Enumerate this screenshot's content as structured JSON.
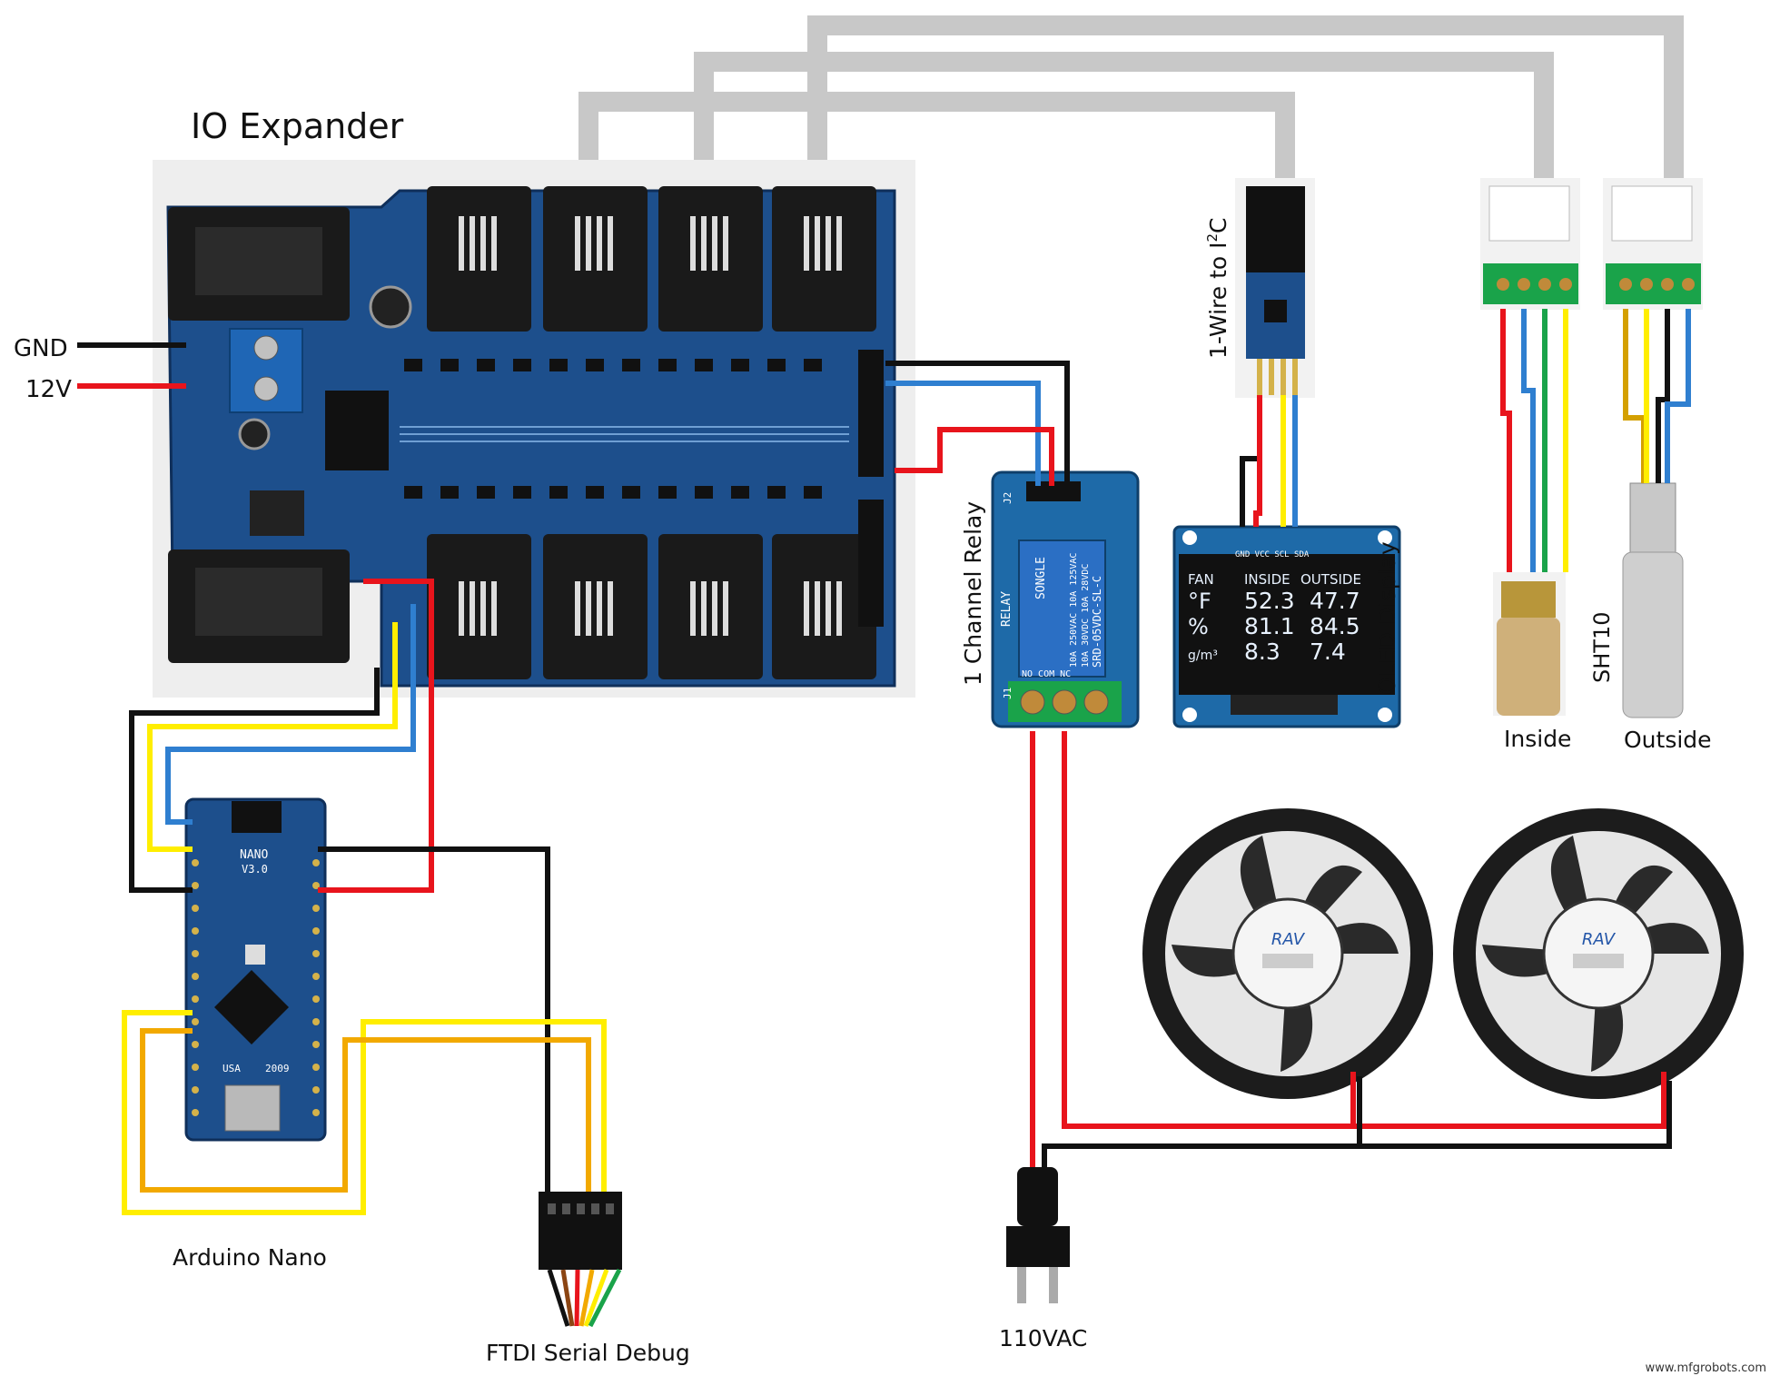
{
  "labels": {
    "io_expander": "IO Expander",
    "gnd": "GND",
    "v12": "12V",
    "arduino_nano": "Arduino Nano",
    "ftdi": "FTDI Serial Debug",
    "relay": "1 Channel Relay",
    "onewire_prefix": "1-Wire to I",
    "onewire_sup": "2",
    "onewire_suffix": "C",
    "oled_display": "OLED Display",
    "sht10": "SHT10",
    "inside": "Inside",
    "outside": "Outside",
    "vac": "110VAC",
    "watermark": "www.mfgrobots.com"
  },
  "oled": {
    "header": [
      "FAN",
      "INSIDE",
      "OUTSIDE"
    ],
    "rows": [
      {
        "unit": "°F",
        "inside": "52.3",
        "outside": "47.7"
      },
      {
        "unit": "%",
        "inside": "81.1",
        "outside": "84.5"
      },
      {
        "unit": "g/m³",
        "inside": "8.3",
        "outside": "7.4"
      }
    ],
    "pins": "GND VCC SCL SDA"
  },
  "relay_board": {
    "model": "SRD-05VDC-SL-C",
    "brand": "SONGLE",
    "rating1": "10A 250VAC 10A 125VAC",
    "rating2": "10A 30VDC 10A 28VDC",
    "side_label": "RELAY",
    "terminals": "NO COM NC",
    "header": "J2",
    "j1": "J1"
  },
  "nano_board": {
    "name": "NANO",
    "version": "V3.0",
    "year": "2009",
    "made": "USA"
  },
  "fan": {
    "brand": "RAV"
  },
  "colors": {
    "pcb_blue": "#1d4f8c",
    "wire_red": "#e8141c",
    "wire_black": "#111111",
    "wire_blue": "#2f7fd0",
    "wire_yellow": "#ffee00",
    "wire_orange": "#f2a900",
    "wire_green": "#1aa34a",
    "cable_gray": "#c8c8c8",
    "oled_text": "#e8f2ff"
  }
}
